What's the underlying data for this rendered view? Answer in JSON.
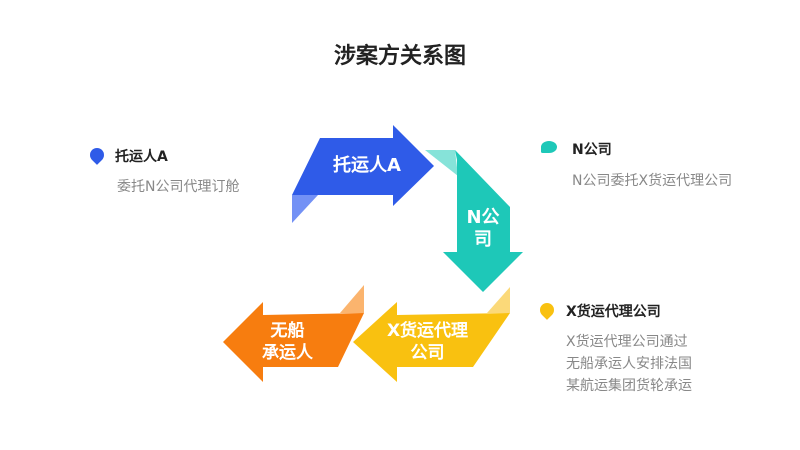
{
  "title": "涉案方关系图",
  "arrows": [
    {
      "label": "托运人A",
      "color": "#2f5be8",
      "fold": "#7391f5"
    },
    {
      "label1": "N公",
      "label2": "司",
      "color": "#1ec8b8",
      "fold": "#86e3d9"
    },
    {
      "label1": "X货运代理",
      "label2": "公司",
      "color": "#f9c110",
      "fold": "#fbd979"
    },
    {
      "label1": "无船",
      "label2": "承运人",
      "color": "#f77d0f",
      "fold": "#fbb46e"
    }
  ],
  "legend": [
    {
      "title": "托运人A",
      "desc": "委托N公司代理订舱",
      "color": "#2f5be8"
    },
    {
      "title": "N公司",
      "desc": "N公司委托X货运代理公司",
      "color": "#1ec8b8"
    },
    {
      "title": "X货运代理公司",
      "desc_lines": [
        "X货运代理公司通过",
        "无船承运人安排法国",
        "某航运集团货轮承运"
      ],
      "color": "#f9c110"
    }
  ]
}
